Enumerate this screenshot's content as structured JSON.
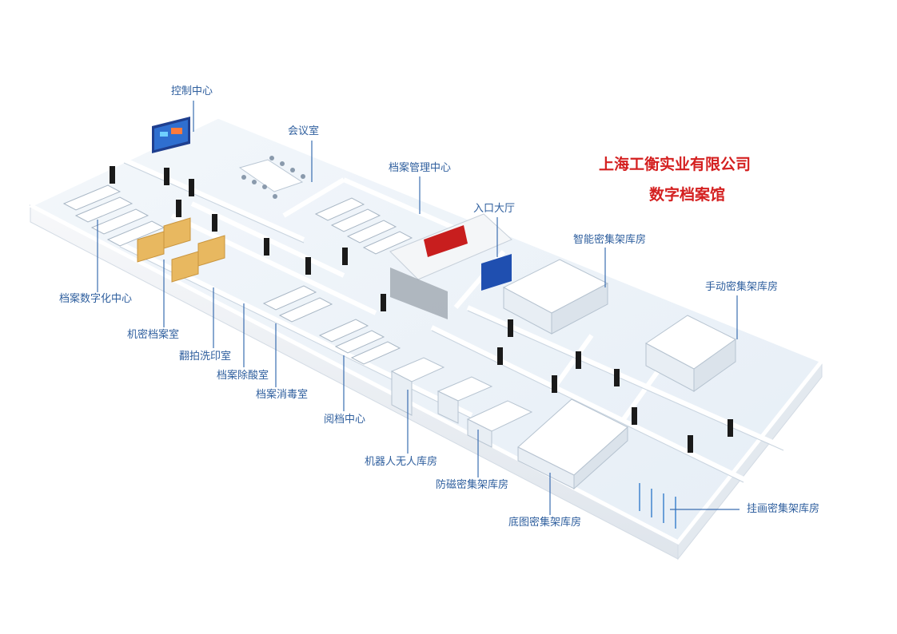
{
  "title": {
    "line1": "上海工衡实业有限公司",
    "line2": "数字档案馆"
  },
  "colors": {
    "title": "#d42020",
    "label": "#2f5f9e",
    "leader": "#3a6db0",
    "floor": "#eef4f9",
    "wall": "#ffffff",
    "shelf_wood": "#e8b860",
    "carpet_red": "#c81e1e",
    "screen_blue": "#1f4fb0"
  },
  "labels": {
    "control_center": "控制中心",
    "meeting_room": "会议室",
    "archive_management_center": "档案管理中心",
    "entrance_hall": "入口大厅",
    "smart_compact_shelving": "智能密集架库房",
    "manual_compact_shelving": "手动密集架库房",
    "digitization_center": "档案数字化中心",
    "confidential_archive_room": "机密档案室",
    "photo_print_room": "翻拍洗印室",
    "deacidification_room": "档案除酸室",
    "disinfection_room": "档案消毒室",
    "reading_center": "阅档中心",
    "robot_unmanned_storage": "机器人无人库房",
    "antimagnetic_compact_shelving": "防磁密集架库房",
    "blueprint_compact_shelving": "底图密集架库房",
    "painting_compact_shelving": "挂画密集架库房"
  }
}
